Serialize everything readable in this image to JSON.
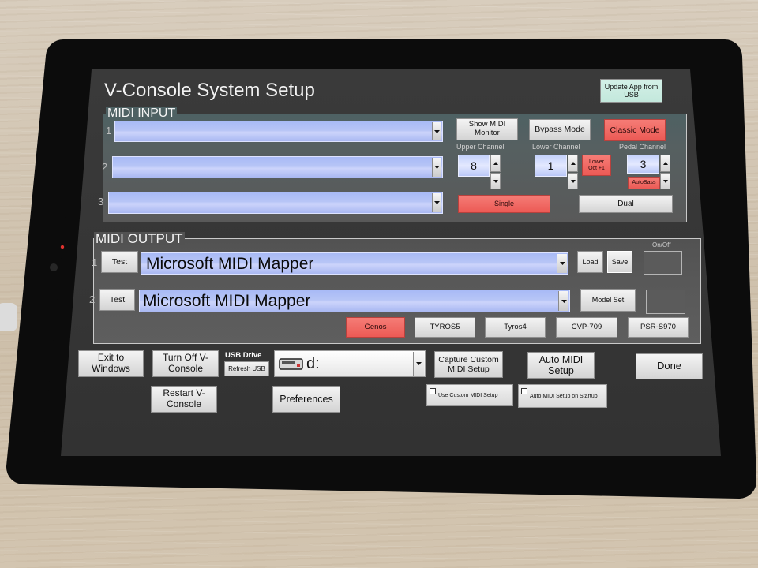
{
  "window": {
    "title": "V-Console System Setup",
    "update_app_label": "Update App from USB"
  },
  "midi_input": {
    "label": "MIDI INPUT",
    "rows": [
      {
        "number": "1"
      },
      {
        "number": "2"
      },
      {
        "number": "3"
      }
    ],
    "show_midi_monitor": {
      "label": "Show MIDI Monitor"
    },
    "bypass_mode": {
      "label": "Bypass Mode",
      "active": false
    },
    "classic_mode": {
      "label": "Classic Mode",
      "active": true
    },
    "upper_channel": {
      "label": "Upper Channel",
      "value": "8"
    },
    "lower_channel": {
      "label": "Lower Channel",
      "value": "1"
    },
    "pedal_channel": {
      "label": "Pedal Channel",
      "value": "3"
    },
    "lower_oct": {
      "label": "Lower Oct +1",
      "active": true
    },
    "autobass": {
      "label": "AutoBass",
      "active": true
    },
    "single": {
      "label": "Single",
      "active": true
    },
    "dual": {
      "label": "Dual",
      "active": false
    }
  },
  "midi_output": {
    "label": "MIDI OUTPUT",
    "on_off_label": "On/Off",
    "rows": [
      {
        "number": "1",
        "test_label": "Test",
        "device": "Microsoft MIDI Mapper"
      },
      {
        "number": "2",
        "test_label": "Test",
        "device": "Microsoft MIDI Mapper"
      }
    ],
    "load_label": "Load",
    "save_label": "Save",
    "model_set_label": "Model Set",
    "models": [
      {
        "label": "Genos",
        "active": true
      },
      {
        "label": "TYROS5",
        "active": false
      },
      {
        "label": "Tyros4",
        "active": false
      },
      {
        "label": "CVP-709",
        "active": false
      },
      {
        "label": "PSR-S970",
        "active": false
      }
    ]
  },
  "footer": {
    "exit_label": "Exit to Windows",
    "turn_off_label": "Turn Off V-Console",
    "restart_label": "Restart V-Console",
    "usb_drive_label": "USB Drive",
    "refresh_usb_label": "Refresh USB",
    "drive_value": "d:",
    "preferences_label": "Preferences",
    "capture_label": "Capture Custom MIDI Setup",
    "auto_midi_label": "Auto MIDI Setup",
    "done_label": "Done",
    "use_custom": {
      "label": "Use Custom MIDI Setup",
      "checked": false
    },
    "auto_on_startup": {
      "label": "Auto MIDI Setup on Startup",
      "checked": false
    }
  },
  "icons": {
    "dropdown": "chevron-down-icon",
    "spin_up": "triangle-up-icon",
    "spin_down": "triangle-down-icon",
    "drive": "drive-icon",
    "checkbox": "checkbox-icon"
  },
  "colors": {
    "screen_bg": "#3a3a3a",
    "group_input_bg": "#566061",
    "group_output_bg": "#585858",
    "active_red": "#ec5a55",
    "field_blue": "#b7c5f6",
    "update_button_bg": "#c3e8dc"
  }
}
